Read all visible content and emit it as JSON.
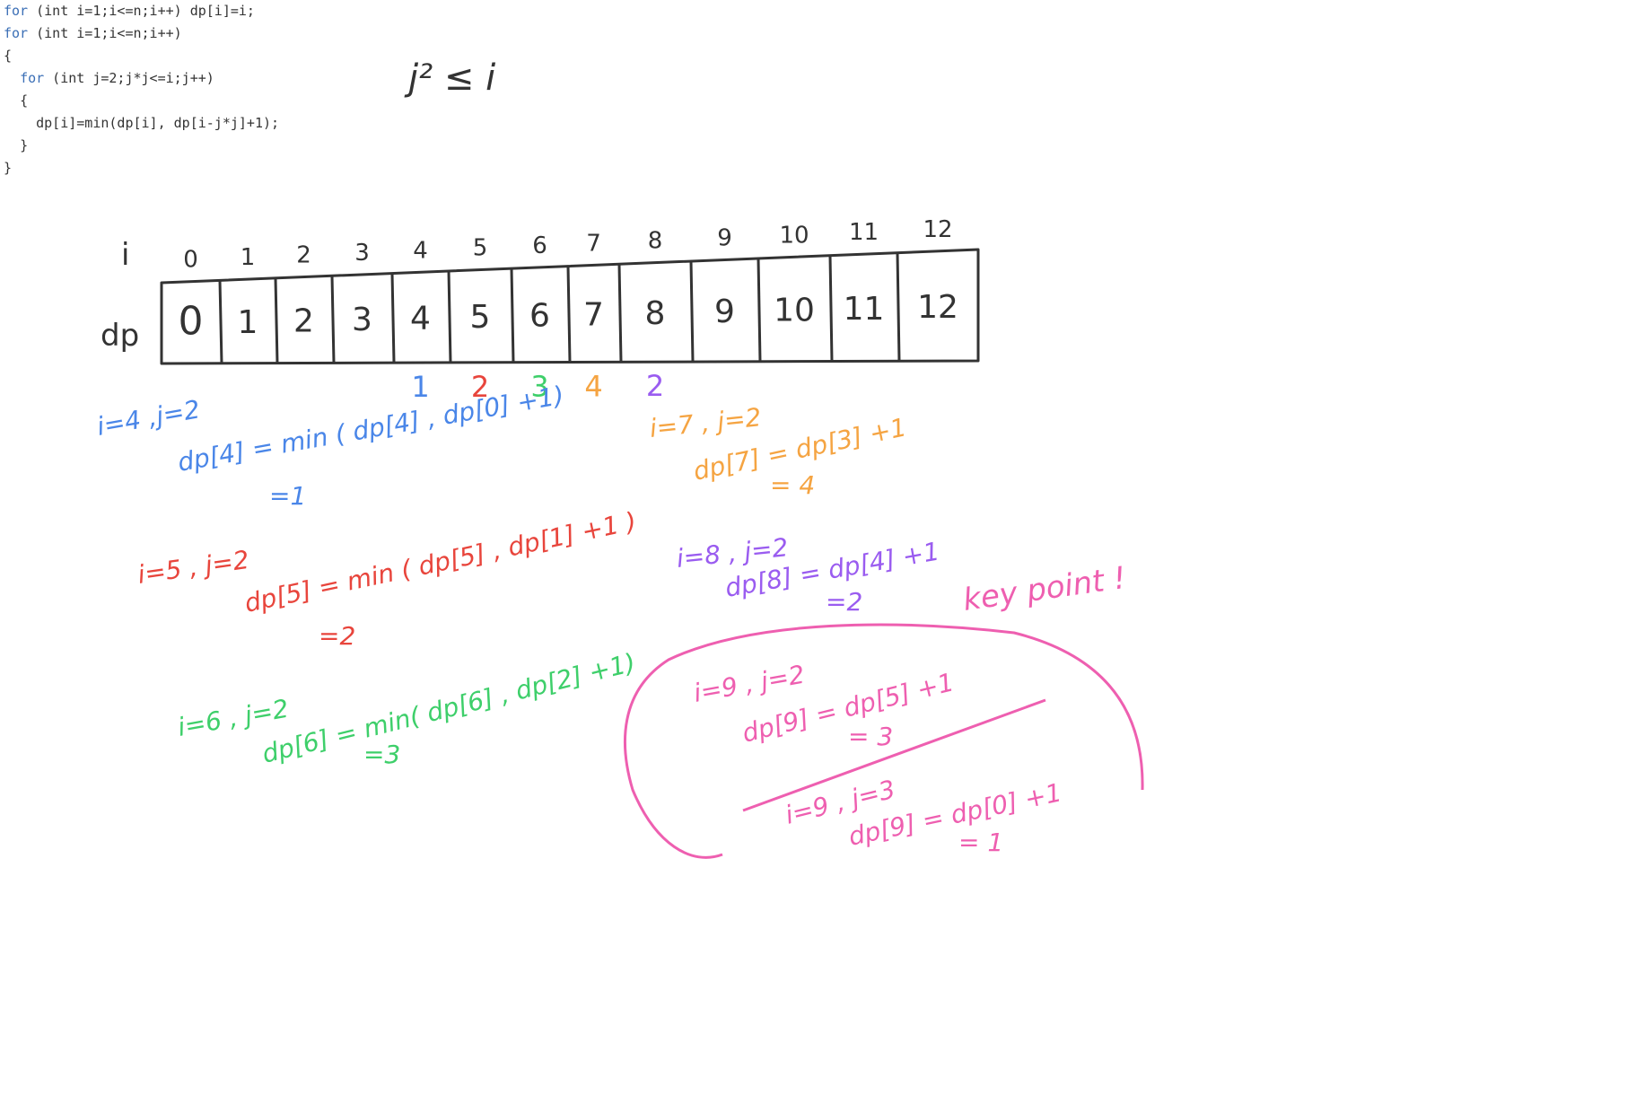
{
  "code_lines": [
    {
      "indent": "",
      "kw": "for",
      "rest": " (int i=1;i<=n;i++) dp[i]=i;"
    },
    {
      "indent": "",
      "kw": "for",
      "rest": " (int i=1;i<=n;i++)"
    },
    {
      "indent": "",
      "kw": "",
      "rest": "{"
    },
    {
      "indent": "  ",
      "kw": "for",
      "rest": " (int j=2;j*j<=i;j++)"
    },
    {
      "indent": "  ",
      "kw": "",
      "rest": "{"
    },
    {
      "indent": "    ",
      "kw": "",
      "rest": "dp[i]=min(dp[i], dp[i-j*j]+1);"
    },
    {
      "indent": "  ",
      "kw": "",
      "rest": "}"
    },
    {
      "indent": "",
      "kw": "",
      "rest": "}"
    }
  ],
  "condition_note": "j² ≤ i",
  "array": {
    "index_label": "i",
    "value_label": "dp",
    "indices": [
      "0",
      "1",
      "2",
      "3",
      "4",
      "5",
      "6",
      "7",
      "8",
      "9",
      "10",
      "11",
      "12"
    ],
    "values": [
      "0",
      "1",
      "2",
      "3",
      "4",
      "5",
      "6",
      "7",
      "8",
      "9",
      "10",
      "11",
      "12"
    ],
    "updates": [
      {
        "value": "1",
        "color": "#4a86e8"
      },
      {
        "value": "2",
        "color": "#e8453c"
      },
      {
        "value": "3",
        "color": "#3ecf6a"
      },
      {
        "value": "4",
        "color": "#f5a442"
      },
      {
        "value": "2",
        "color": "#9a5cf0"
      }
    ]
  },
  "annotations": {
    "blue": {
      "color": "#4a86e8",
      "lines": [
        "i=4 ,j=2",
        "dp[4] = min ( dp[4] , dp[0] +1)",
        "=1"
      ]
    },
    "red": {
      "color": "#e8453c",
      "lines": [
        "i=5 , j=2",
        "dp[5] = min ( dp[5] , dp[1] +1 )",
        "=2"
      ]
    },
    "green": {
      "color": "#3ecf6a",
      "lines": [
        "i=6 , j=2",
        "dp[6] = min( dp[6] , dp[2] +1)",
        "=3"
      ]
    },
    "orange": {
      "color": "#f5a442",
      "lines": [
        "i=7 , j=2",
        "dp[7] = dp[3] +1",
        "= 4"
      ]
    },
    "purple": {
      "color": "#9a5cf0",
      "lines": [
        "i=8 , j=2",
        "dp[8] = dp[4] +1",
        "=2"
      ]
    },
    "pink": {
      "color": "#ee5fb0",
      "title": "key point !",
      "lines_top": [
        "i=9 , j=2",
        "dp[9] = dp[5] +1",
        "= 3"
      ],
      "lines_bottom": [
        "i=9 , j=3",
        "dp[9] = dp[0] +1",
        "= 1"
      ]
    }
  }
}
